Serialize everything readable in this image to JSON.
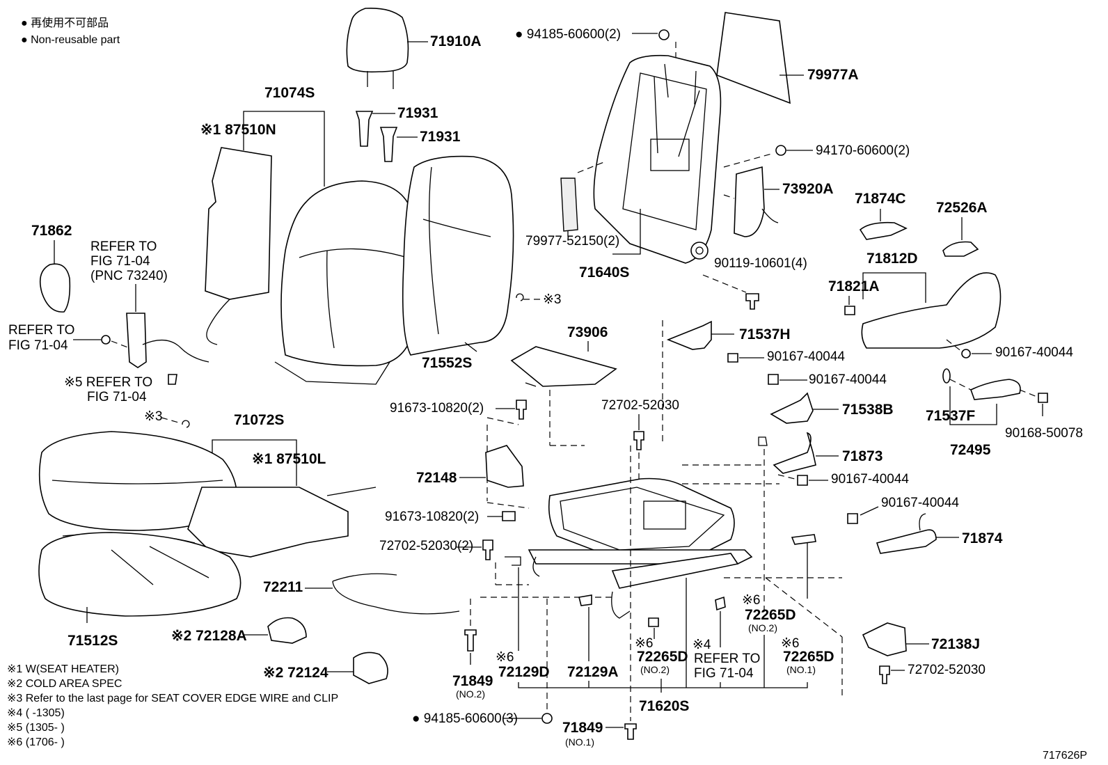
{
  "legend": {
    "line1": "● 再使用不可部品",
    "line2": "● Non-reusable part"
  },
  "labels": {
    "p71910A": "71910A",
    "p71931a": "71931",
    "p71931b": "71931",
    "p71074S": "71074S",
    "p87510N": "※1 87510N",
    "p71862": "71862",
    "refer_a1": "REFER TO",
    "refer_a2": "FIG 71-04",
    "refer_a3": "(PNC 73240)",
    "refer_b1": "REFER TO",
    "refer_b2": "FIG 71-04",
    "refer_c1": "※5 REFER TO",
    "refer_c2": "FIG 71-04",
    "p71552S": "71552S",
    "mark3a": "※3",
    "mark3b": "※3",
    "p94185_top": "● 94185-60600(2)",
    "p79977A": "79977A",
    "p94170": "94170-60600(2)",
    "p73920A": "73920A",
    "p79977_52150": "79977-52150(2)",
    "p71640S": "71640S",
    "p90119": "90119-10601(4)",
    "p71874C": "71874C",
    "p72526A": "72526A",
    "p71812D": "71812D",
    "p71821A": "71821A",
    "p73906": "73906",
    "p71537H": "71537H",
    "p90167_a": "90167-40044",
    "p90167_b": "90167-40044",
    "p90167_c": "90167-40044",
    "p90167_d": "90167-40044",
    "p90167_e": "90167-40044",
    "p71538B": "71538B",
    "p91673_a": "91673-10820(2)",
    "p91673_b": "91673-10820(2)",
    "p72702_a": "72702-52030",
    "p72702_b": "72702-52030(2)",
    "p72702_c": "72702-52030",
    "p71537F": "71537F",
    "p72495": "72495",
    "p90168": "90168-50078",
    "p71072S": "71072S",
    "p87510L": "※1 87510L",
    "p72148": "72148",
    "p71873": "71873",
    "p71874": "71874",
    "p72211": "72211",
    "p71512S": "71512S",
    "p72128A": "※2 72128A",
    "p72124": "※2 72124",
    "p72265D_a": "72265D",
    "p72265D_a_no": "(NO.2)",
    "p72265D_a_mk": "※6",
    "p72265D_b": "72265D",
    "p72265D_b_no": "(NO.2)",
    "p72265D_b_mk": "※6",
    "p72265D_c": "72265D",
    "p72265D_c_no": "(NO.1)",
    "p72265D_c_mk": "※6",
    "refer_d_mk": "※4",
    "refer_d1": "REFER TO",
    "refer_d2": "FIG 71-04",
    "p72138J": "72138J",
    "p71849_a": "71849",
    "p71849_a_no": "(NO.2)",
    "p72129D": "72129D",
    "p72129D_mk": "※6",
    "p72129A": "72129A",
    "p71620S": "71620S",
    "p94185_bot": "● 94185-60600(3)",
    "p71849_b": "71849",
    "p71849_b_no": "(NO.1)",
    "ref_code": "717626P"
  },
  "notes": [
    "※1 W(SEAT HEATER)",
    "※2 COLD AREA SPEC",
    "※3 Refer to the last page for SEAT COVER EDGE WIRE and CLIP",
    "※4 (       -1305)",
    "※5 (1305-       )",
    "※6 (1706-       )"
  ]
}
